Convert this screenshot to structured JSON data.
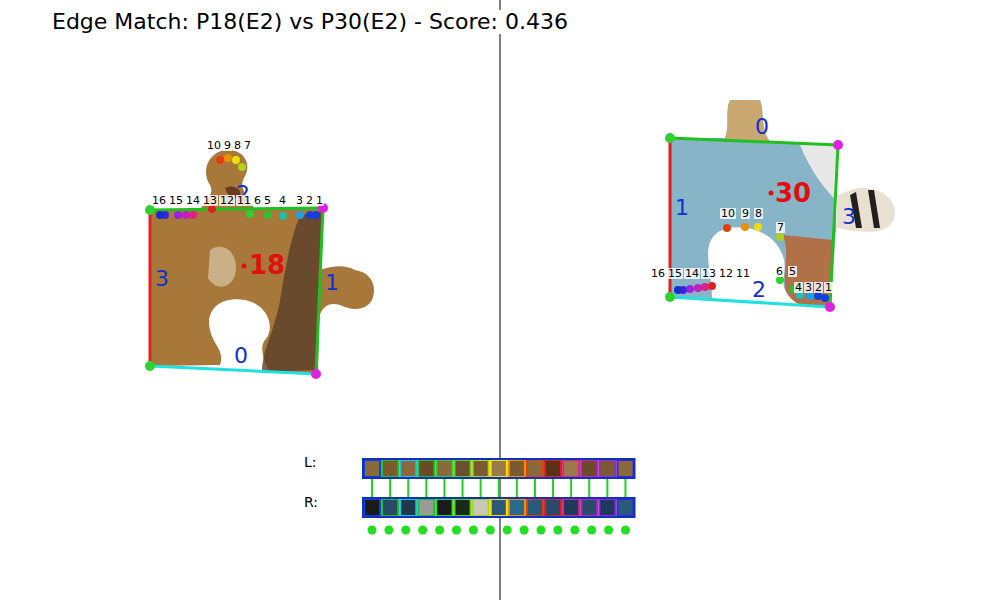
{
  "diagram": {
    "title": "Edge Match: P18(E2) vs P30(E2) - Score: 0.436",
    "labels": [
      "18",
      "0",
      "1",
      "2",
      "3",
      "30",
      "0",
      "1",
      "2",
      "3",
      "1",
      "2",
      "3",
      "4",
      "5",
      "6",
      "7",
      "8",
      "9",
      "10",
      "11",
      "12",
      "13",
      "14",
      "15",
      "16",
      "1",
      "2",
      "3",
      "4",
      "5",
      "6",
      "7",
      "8",
      "9",
      "10",
      "11",
      "12",
      "13",
      "14",
      "15",
      "16",
      "L:",
      "R:"
    ]
  }
}
